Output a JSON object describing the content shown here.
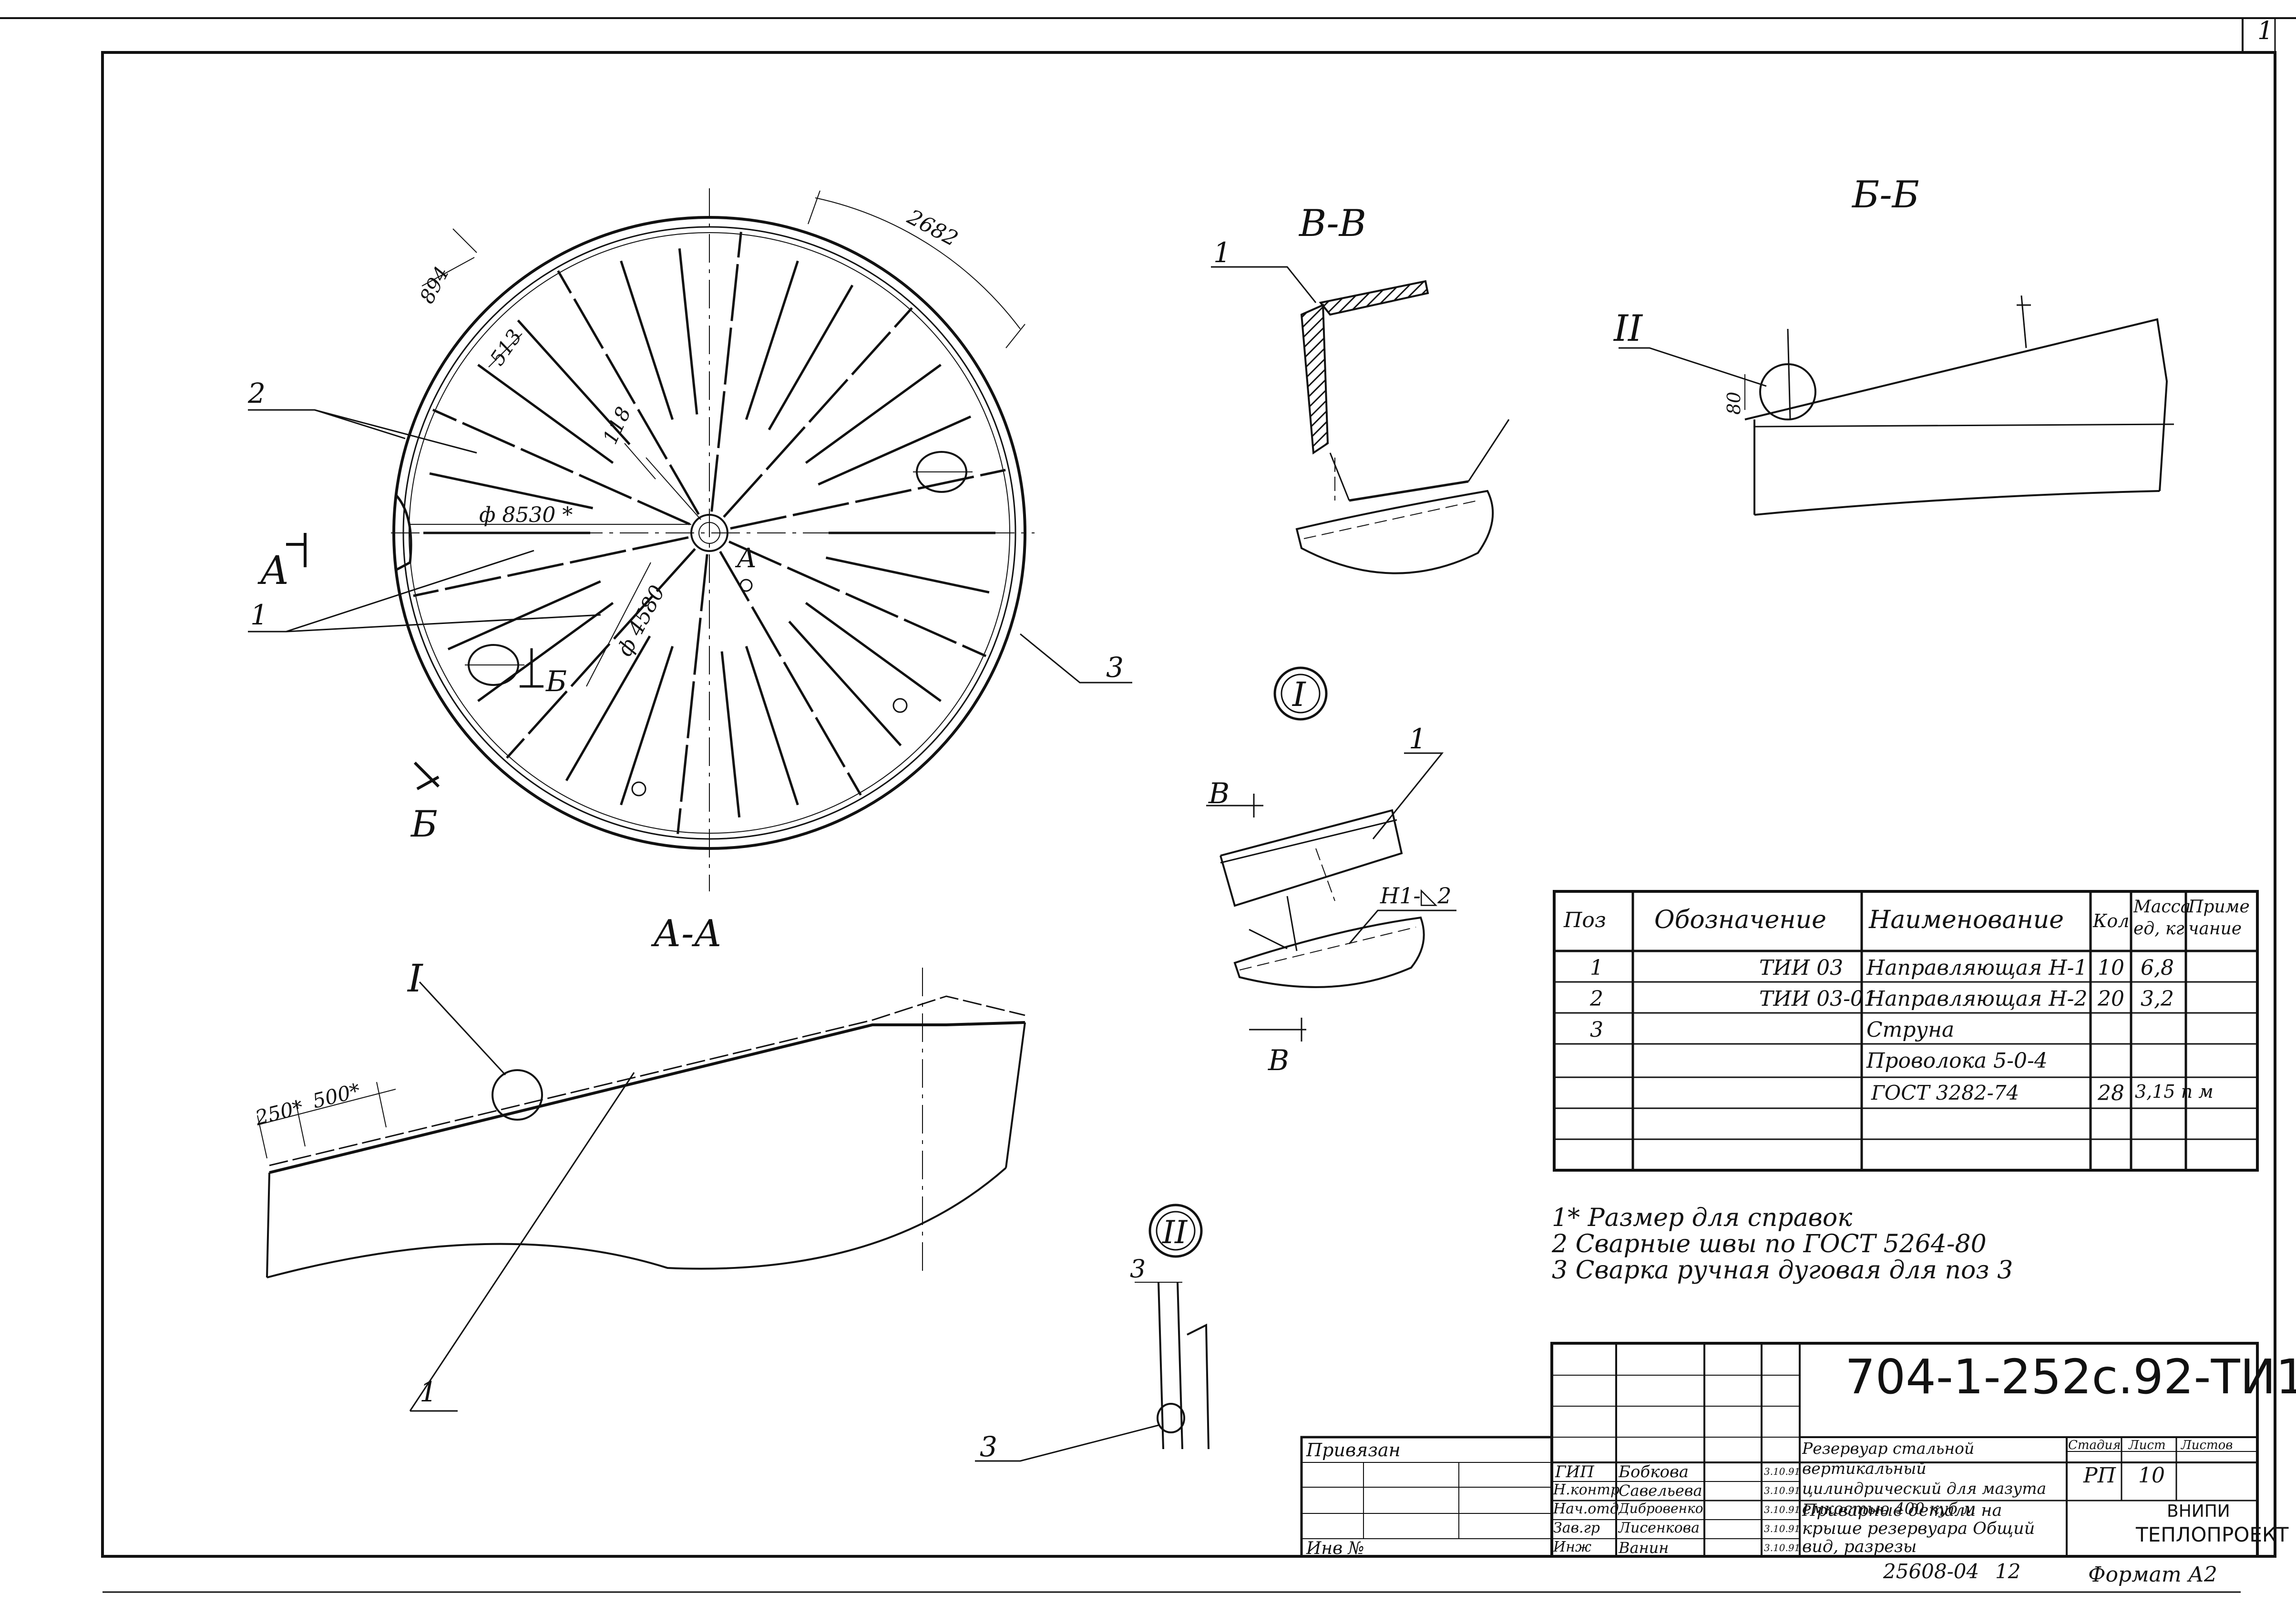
{
  "sheet": {
    "corner_mark": "1",
    "doc_code": "704-1-252с.92-ТИ1",
    "inventory_no": "25608-04",
    "inventory_sheet": "12",
    "format": "Формат А2"
  },
  "plan": {
    "section_a_left": "А",
    "section_a_right": "А",
    "section_b": "Б",
    "section_b_bottom": "Б",
    "dim_894": "894",
    "dim_513": "513",
    "dim_2682": "2682",
    "dim_118": "118",
    "dia_outer": "ф 8530 *",
    "dia_inner": "ф 4580",
    "pos2": "2",
    "pos1": "1",
    "pos3": "3"
  },
  "section_aa": {
    "title": "А-А",
    "callout": "I",
    "dim_250": "250*",
    "dim_500": "500*",
    "pos1": "1"
  },
  "section_vv": {
    "title": "В-В",
    "pos1": "1"
  },
  "section_bb": {
    "title": "Б-Б",
    "callout": "II",
    "dim_80": "80"
  },
  "node_one": {
    "label": "I",
    "pos1": "1",
    "cut_top": "В",
    "cut_bottom": "В",
    "weld": "Н1-◺2"
  },
  "node_two": {
    "label": "II",
    "dim_3": "3",
    "pos3": "3"
  },
  "spec_table": {
    "headers": [
      "Поз",
      "Обозначение",
      "Наименование",
      "Кол",
      "Масса ед, кг",
      "Приме чание"
    ],
    "rows": [
      [
        "1",
        "ТИИ 03",
        "Направляющая Н-1",
        "10",
        "6,8",
        ""
      ],
      [
        "2",
        "ТИИ 03-01",
        "Направляющая Н-2",
        "20",
        "3,2",
        ""
      ],
      [
        "3",
        "",
        "Струна",
        "",
        "",
        ""
      ],
      [
        "",
        "",
        "Проволока 5-0-4",
        "",
        "",
        ""
      ],
      [
        "",
        "",
        "ГОСТ 3282-74",
        "28",
        "3,15 п м",
        ""
      ],
      [
        "",
        "",
        "",
        "",
        "",
        ""
      ],
      [
        "",
        "",
        "",
        "",
        "",
        ""
      ]
    ]
  },
  "notes": [
    "1* Размер для справок",
    "2  Сварные швы по ГОСТ 5264-80",
    "3  Сварка ручная дуговая для поз 3"
  ],
  "title_block": {
    "bound_label": "Привязан",
    "inv_label": "Инв №",
    "roles": [
      "ГИП",
      "Н.контр",
      "Нач.отд",
      "Зав.гр",
      "Инж"
    ],
    "names": [
      "Бобкова",
      "Савельева",
      "Дибровенко",
      "Лисенкова",
      "Ванин"
    ],
    "dates": [
      "3.10.91",
      "3.10.91",
      "3.10.91",
      "3.10.91",
      "3.10.91"
    ],
    "object_title": "Резервуар стальной вертикальный цилиндрический для мазута емкостью 400 куб м",
    "drawing_title": "Приварные детали на крыше резервуара Общий вид, разрезы",
    "stage_label": "Стадия",
    "sheet_label": "Лист",
    "sheets_label": "Листов",
    "stage": "РП",
    "sheet": "10",
    "org1": "ВНИПИ",
    "org2": "ТЕПЛОПРОЕКТ"
  }
}
